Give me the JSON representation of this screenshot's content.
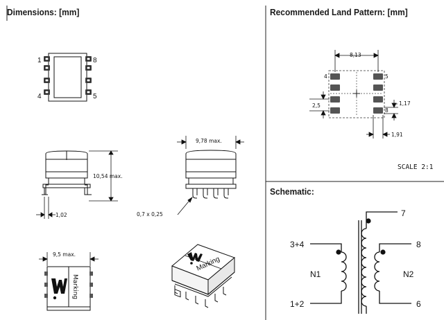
{
  "headers": {
    "dimensions": "Dimensions: [mm]",
    "land_pattern": "Recommended Land Pattern: [mm]",
    "schematic": "Schematic:"
  },
  "dimensions": {
    "pin_labels": {
      "p1": "1",
      "p4": "4",
      "p5": "5",
      "p8": "8"
    },
    "height": "10,54 max.",
    "lead_pitch": "1,02",
    "body_width": "9,78 max.",
    "lead_size": "0,7 x 0,25",
    "top_width": "9,5 max.",
    "marking": "Marking"
  },
  "land_pattern": {
    "row_pitch": "8,13",
    "pad_pitch": "2,5",
    "pad_width": "1,17",
    "pad_length": "1,91",
    "pin_left_top": "4",
    "pin_right_top": "5",
    "pin_right_bottom": "8",
    "scale": "SCALE  2:1"
  },
  "schematic": {
    "pin_7": "7",
    "pin_8": "8",
    "pin_6": "6",
    "pin_3_4": "3+4",
    "pin_1_2": "1+2",
    "winding_n1": "N1",
    "winding_n2": "N2"
  }
}
